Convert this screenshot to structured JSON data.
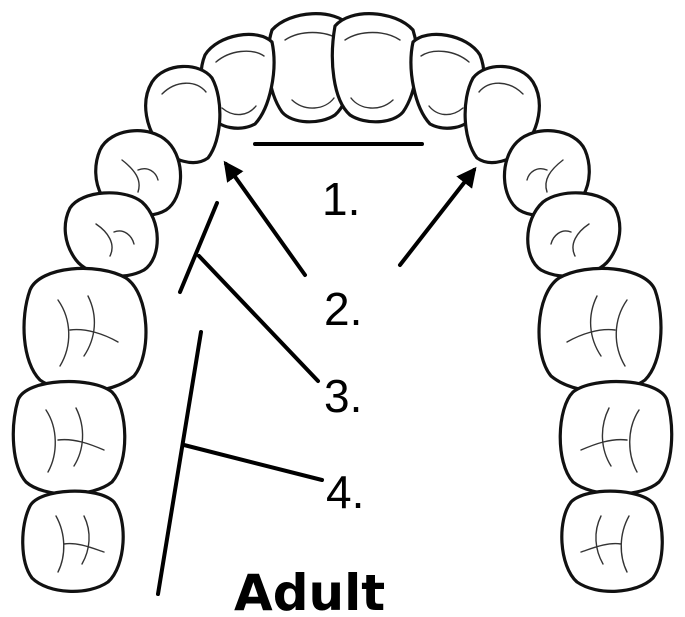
{
  "diagram": {
    "labels": [
      "1.",
      "2.",
      "3.",
      "4."
    ],
    "caption": "Adult"
  }
}
